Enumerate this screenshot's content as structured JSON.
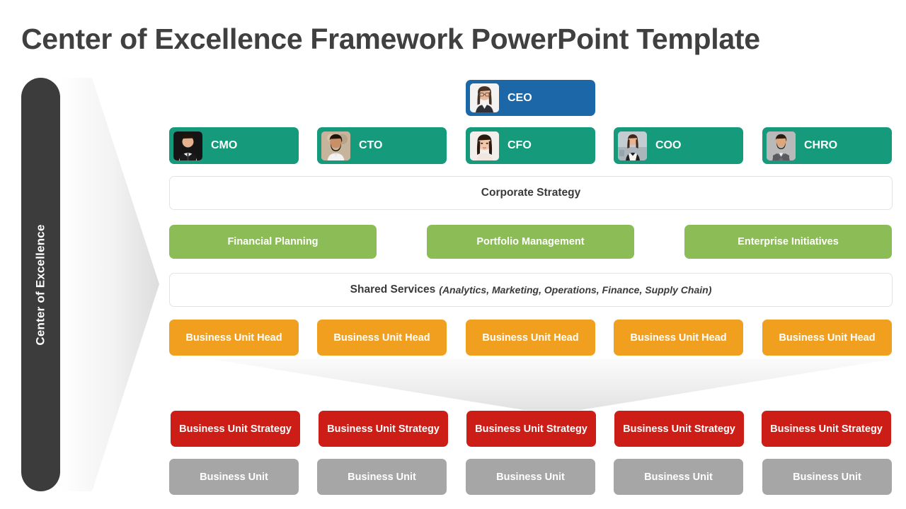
{
  "page_title": "Center of Excellence Framework PowerPoint Template",
  "sidebar": {
    "label": "Center of Excellence"
  },
  "ceo": {
    "role": "CEO",
    "avatar": "woman-glasses-photo",
    "color": "#1C67A8"
  },
  "executives": {
    "color": "#159B7C",
    "items": [
      {
        "role": "CMO",
        "avatar": "man-suit-dark-photo"
      },
      {
        "role": "CTO",
        "avatar": "man-beard-photo"
      },
      {
        "role": "CFO",
        "avatar": "woman-portrait-photo"
      },
      {
        "role": "COO",
        "avatar": "woman-office-photo"
      },
      {
        "role": "CHRO",
        "avatar": "man-beard-gray-photo"
      }
    ]
  },
  "corporate_strategy": {
    "label": "Corporate Strategy"
  },
  "strategy_functions": {
    "color": "#8CBC55",
    "items": [
      {
        "label": "Financial Planning"
      },
      {
        "label": "Portfolio Management"
      },
      {
        "label": "Enterprise Initiatives"
      }
    ]
  },
  "shared_services": {
    "label": "Shared Services",
    "detail": "(Analytics, Marketing, Operations, Finance, Supply Chain)"
  },
  "business_unit_heads": {
    "color": "#F0A01E",
    "items": [
      {
        "label": "Business Unit Head"
      },
      {
        "label": "Business Unit Head"
      },
      {
        "label": "Business Unit Head"
      },
      {
        "label": "Business Unit Head"
      },
      {
        "label": "Business Unit Head"
      }
    ]
  },
  "business_unit_strategies": {
    "color": "#CC1E17",
    "items": [
      {
        "label": "Business Unit Strategy"
      },
      {
        "label": "Business Unit Strategy"
      },
      {
        "label": "Business Unit Strategy"
      },
      {
        "label": "Business Unit Strategy"
      },
      {
        "label": "Business Unit Strategy"
      }
    ]
  },
  "business_units": {
    "color": "#A6A6A6",
    "items": [
      {
        "label": "Business Unit"
      },
      {
        "label": "Business Unit"
      },
      {
        "label": "Business Unit"
      },
      {
        "label": "Business Unit"
      },
      {
        "label": "Business Unit"
      }
    ]
  }
}
